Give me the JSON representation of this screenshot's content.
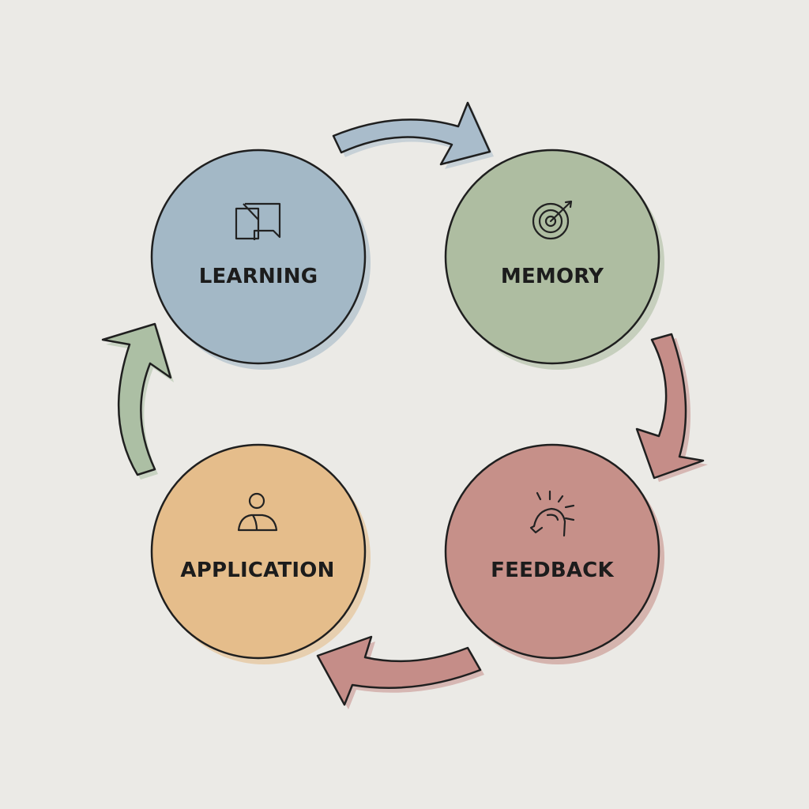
{
  "diagram": {
    "type": "cycle",
    "nodes": [
      {
        "id": "learning",
        "label": "LEARNING",
        "icon": "documents-icon",
        "color": "#a3b8c6"
      },
      {
        "id": "memory",
        "label": "MEMORY",
        "icon": "target-icon",
        "color": "#aebda1"
      },
      {
        "id": "feedback",
        "label": "FEEDBACK",
        "icon": "idea-head-icon",
        "color": "#c69089"
      },
      {
        "id": "application",
        "label": "APPLICATION",
        "icon": "person-icon",
        "color": "#e5bd8b"
      }
    ],
    "edges": [
      {
        "from": "learning",
        "to": "memory",
        "color": "#a9bccb"
      },
      {
        "from": "memory",
        "to": "feedback",
        "color": "#c58d88"
      },
      {
        "from": "feedback",
        "to": "application",
        "color": "#c58d88"
      },
      {
        "from": "application",
        "to": "learning",
        "color": "#acbfa4"
      }
    ],
    "background": "#ebeae6",
    "outline": "#1f1f1f"
  }
}
